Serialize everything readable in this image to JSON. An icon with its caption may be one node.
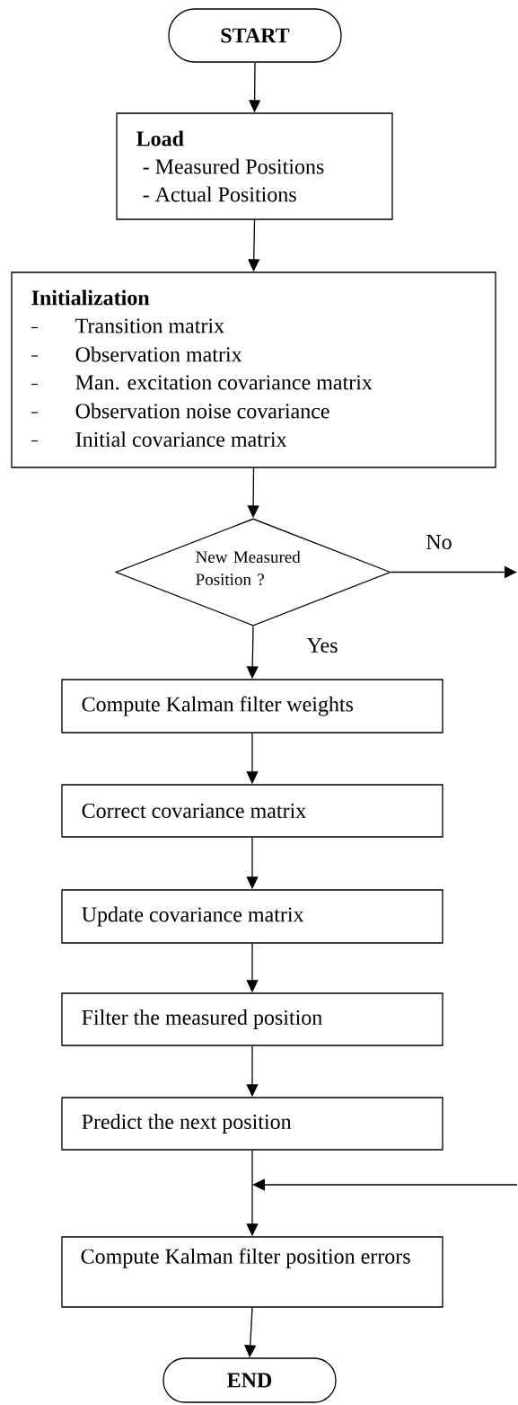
{
  "diagram": {
    "nodes": [
      {
        "text": [
          "START"
        ]
      },
      {
        "text": [
          "Load",
          "- Measured Positions",
          "- Actual Positions"
        ]
      },
      {
        "text": [
          "Initialization",
          "Transition matrix",
          "Observation matrix",
          "Man. excitation covariance matrix",
          "Observation noise covariance",
          "Initial covariance matrix"
        ]
      },
      {
        "text": [
          "New Measured Position ?"
        ]
      },
      {
        "text": [
          "Compute Kalman filter weights"
        ]
      },
      {
        "text": [
          "Correct covariance matrix"
        ]
      },
      {
        "text": [
          "Update covariance matrix"
        ]
      },
      {
        "text": [
          "Filter the measured position"
        ]
      },
      {
        "text": [
          "Predict the next position"
        ]
      },
      {
        "text": [
          "Compute Kalman filter position errors"
        ]
      },
      {
        "text": [
          "END"
        ]
      }
    ],
    "edges": [
      {
        "from": 0,
        "to": 1,
        "arrow": "to"
      },
      {
        "from": 1,
        "to": 2,
        "arrow": "to"
      },
      {
        "from": 2,
        "to": 3,
        "arrow": "to"
      },
      {
        "from": 3,
        "to": 4,
        "arrow": "to",
        "label": "Yes"
      },
      {
        "from": 3,
        "to": null,
        "arrow": "to",
        "label": "No"
      },
      {
        "from": 4,
        "to": 5,
        "arrow": "to"
      },
      {
        "from": 5,
        "to": 6,
        "arrow": "to"
      },
      {
        "from": 6,
        "to": 7,
        "arrow": "to"
      },
      {
        "from": 7,
        "to": 8,
        "arrow": "to"
      },
      {
        "from": 8,
        "to": 9,
        "arrow": "to"
      },
      {
        "from": null,
        "to": 9,
        "arrow": "to"
      },
      {
        "from": 9,
        "to": 10,
        "arrow": "to"
      }
    ]
  }
}
